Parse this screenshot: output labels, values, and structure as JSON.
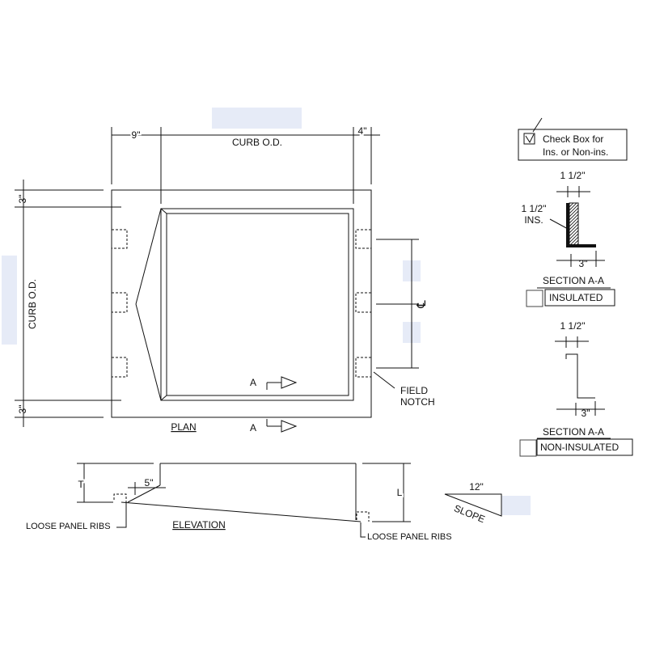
{
  "colors": {
    "ink": "#111111",
    "placeholder_box": "#e6ebf7"
  },
  "plan": {
    "curb_od_top": "CURB O.D.",
    "dim_left": "9\"",
    "dim_right": "4\"",
    "curb_od_side": "CURB O.D.",
    "dim_top_margin": "3\"",
    "dim_bottom_margin": "3\"",
    "centerline_symbol": "℄",
    "section_marker_top": "A",
    "section_marker_bottom": "A",
    "field_notch_line1": "FIELD",
    "field_notch_line2": "NOTCH",
    "title": "PLAN"
  },
  "check_box_note": {
    "line1": "Check Box for",
    "line2": "Ins. or Non-ins.",
    "mark": "☑"
  },
  "section_insulated": {
    "dim_top": "1 1/2\"",
    "ins_line1": "1 1/2\"",
    "ins_line2": "INS.",
    "dim_bottom": "3\"",
    "title": "SECTION A-A",
    "option_label": "INSULATED"
  },
  "section_non_insulated": {
    "dim_top": "1 1/2\"",
    "dim_bottom": "3\"",
    "title": "SECTION A-A",
    "option_label": "NON-INSULATED"
  },
  "elevation": {
    "dim_t": "T",
    "dim_5": "5\"",
    "dim_l": "L",
    "loose_ribs_left": "LOOSE PANEL RIBS",
    "loose_ribs_right": "LOOSE PANEL RIBS",
    "title": "ELEVATION"
  },
  "slope": {
    "run": "12\"",
    "label": "SLOPE"
  }
}
